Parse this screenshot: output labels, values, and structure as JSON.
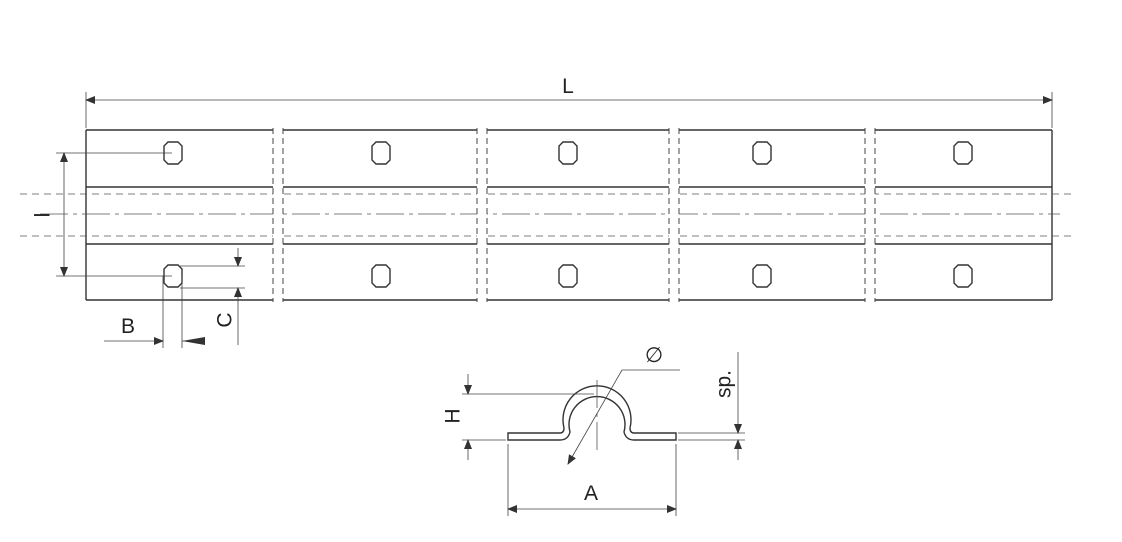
{
  "labels": {
    "length": "L",
    "width": "l",
    "hole_offset": "B",
    "hole_spacing": "C",
    "diameter": "∅",
    "thickness": "sp.",
    "height": "H",
    "base_width": "A"
  },
  "colors": {
    "line": "#333333",
    "background": "#ffffff"
  }
}
